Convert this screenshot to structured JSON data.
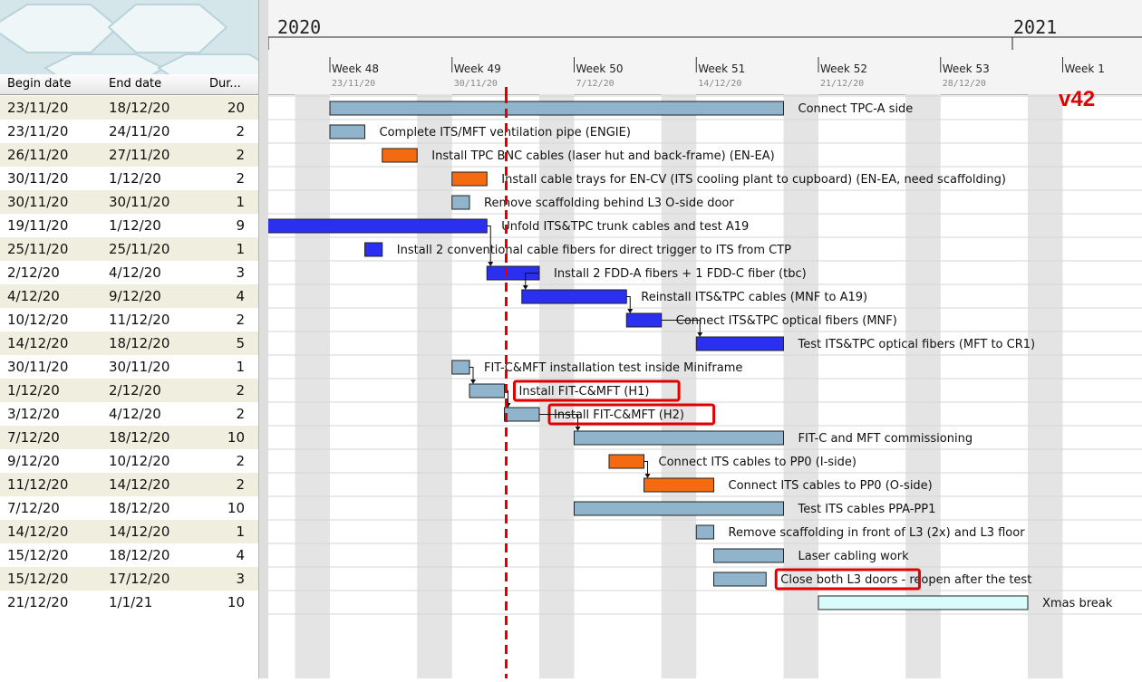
{
  "table": {
    "headers": {
      "begin": "Begin date",
      "end": "End date",
      "dur": "Dur..."
    },
    "rows": [
      {
        "begin": "23/11/20",
        "end": "18/12/20",
        "dur": "20"
      },
      {
        "begin": "23/11/20",
        "end": "24/11/20",
        "dur": "2"
      },
      {
        "begin": "26/11/20",
        "end": "27/11/20",
        "dur": "2"
      },
      {
        "begin": "30/11/20",
        "end": "1/12/20",
        "dur": "2"
      },
      {
        "begin": "30/11/20",
        "end": "30/11/20",
        "dur": "1"
      },
      {
        "begin": "19/11/20",
        "end": "1/12/20",
        "dur": "9"
      },
      {
        "begin": "25/11/20",
        "end": "25/11/20",
        "dur": "1"
      },
      {
        "begin": "2/12/20",
        "end": "4/12/20",
        "dur": "3"
      },
      {
        "begin": "4/12/20",
        "end": "9/12/20",
        "dur": "4"
      },
      {
        "begin": "10/12/20",
        "end": "11/12/20",
        "dur": "2"
      },
      {
        "begin": "14/12/20",
        "end": "18/12/20",
        "dur": "5"
      },
      {
        "begin": "30/11/20",
        "end": "30/11/20",
        "dur": "1"
      },
      {
        "begin": "1/12/20",
        "end": "2/12/20",
        "dur": "2"
      },
      {
        "begin": "3/12/20",
        "end": "4/12/20",
        "dur": "2"
      },
      {
        "begin": "7/12/20",
        "end": "18/12/20",
        "dur": "10"
      },
      {
        "begin": "9/12/20",
        "end": "10/12/20",
        "dur": "2"
      },
      {
        "begin": "11/12/20",
        "end": "14/12/20",
        "dur": "2"
      },
      {
        "begin": "7/12/20",
        "end": "18/12/20",
        "dur": "10"
      },
      {
        "begin": "14/12/20",
        "end": "14/12/20",
        "dur": "1"
      },
      {
        "begin": "15/12/20",
        "end": "18/12/20",
        "dur": "4"
      },
      {
        "begin": "15/12/20",
        "end": "17/12/20",
        "dur": "3"
      },
      {
        "begin": "21/12/20",
        "end": "1/1/21",
        "dur": "10"
      }
    ]
  },
  "timeline": {
    "years": [
      "2020",
      "2021"
    ],
    "weeks": [
      {
        "label": "Week 48",
        "date": "23/11/20"
      },
      {
        "label": "Week 49",
        "date": "30/11/20"
      },
      {
        "label": "Week 50",
        "date": "7/12/20"
      },
      {
        "label": "Week 51",
        "date": "14/12/20"
      },
      {
        "label": "Week 52",
        "date": "21/12/20"
      },
      {
        "label": "Week 53",
        "date": "28/12/20"
      },
      {
        "label": "Week 1",
        "date": ""
      }
    ],
    "today_marker": "3/12/20"
  },
  "tasks": [
    {
      "name": "Connect TPC-A side",
      "color": "#8fb4cc",
      "start": "23/11/20",
      "end": "18/12/20",
      "boxed": false
    },
    {
      "name": "Complete ITS/MFT ventilation pipe (ENGIE)",
      "color": "#8fb4cc",
      "start": "23/11/20",
      "end": "24/11/20",
      "boxed": false
    },
    {
      "name": "Install TPC BNC cables (laser hut and back-frame) (EN-EA)",
      "color": "#f46a10",
      "start": "26/11/20",
      "end": "27/11/20",
      "boxed": false
    },
    {
      "name": "Install cable trays for EN-CV (ITS cooling plant to cupboard) (EN-EA, need scaffolding)",
      "color": "#f46a10",
      "start": "30/11/20",
      "end": "1/12/20",
      "boxed": false
    },
    {
      "name": "Remove scaffolding behind L3 O-side door",
      "color": "#8fb4cc",
      "start": "30/11/20",
      "end": "30/11/20",
      "boxed": false
    },
    {
      "name": "Unfold ITS&TPC trunk cables and test A19",
      "color": "#2b2ff0",
      "start": "19/11/20",
      "end": "1/12/20",
      "boxed": false
    },
    {
      "name": "Install 2 conventional cable fibers for direct trigger to ITS from CTP",
      "color": "#2b2ff0",
      "start": "25/11/20",
      "end": "25/11/20",
      "boxed": false
    },
    {
      "name": "Install 2 FDD-A fibers + 1 FDD-C fiber (tbc)",
      "color": "#2b2ff0",
      "start": "2/12/20",
      "end": "4/12/20",
      "boxed": false
    },
    {
      "name": "Reinstall ITS&TPC cables (MNF to A19)",
      "color": "#2b2ff0",
      "start": "4/12/20",
      "end": "9/12/20",
      "boxed": false
    },
    {
      "name": "Connect ITS&TPC optical fibers (MNF)",
      "color": "#2b2ff0",
      "start": "10/12/20",
      "end": "11/12/20",
      "boxed": false
    },
    {
      "name": "Test ITS&TPC optical fibers (MFT to CR1)",
      "color": "#2b2ff0",
      "start": "14/12/20",
      "end": "18/12/20",
      "boxed": false
    },
    {
      "name": "FIT-C&MFT installation test inside Miniframe",
      "color": "#8fb4cc",
      "start": "30/11/20",
      "end": "30/11/20",
      "boxed": false
    },
    {
      "name": "Install FIT-C&MFT (H1)",
      "color": "#8fb4cc",
      "start": "1/12/20",
      "end": "2/12/20",
      "boxed": true
    },
    {
      "name": "Install FIT-C&MFT (H2)",
      "color": "#8fb4cc",
      "start": "3/12/20",
      "end": "4/12/20",
      "boxed": true
    },
    {
      "name": "FIT-C and MFT commissioning",
      "color": "#8fb4cc",
      "start": "7/12/20",
      "end": "18/12/20",
      "boxed": false
    },
    {
      "name": "Connect ITS cables to PP0 (I-side)",
      "color": "#f46a10",
      "start": "9/12/20",
      "end": "10/12/20",
      "boxed": false
    },
    {
      "name": "Connect ITS cables to PP0 (O-side)",
      "color": "#f46a10",
      "start": "11/12/20",
      "end": "14/12/20",
      "boxed": false
    },
    {
      "name": "Test ITS cables PPA-PP1",
      "color": "#8fb4cc",
      "start": "7/12/20",
      "end": "18/12/20",
      "boxed": false
    },
    {
      "name": "Remove scaffolding in front of L3 (2x) and L3 floor",
      "color": "#8fb4cc",
      "start": "14/12/20",
      "end": "14/12/20",
      "boxed": false
    },
    {
      "name": "Laser cabling work",
      "color": "#8fb4cc",
      "start": "15/12/20",
      "end": "18/12/20",
      "boxed": false
    },
    {
      "name": "Close both L3 doors - reopen after the test",
      "color": "#8fb4cc",
      "start": "15/12/20",
      "end": "17/12/20",
      "boxed": true,
      "boxed_text": "Close both L3 doors"
    },
    {
      "name": "Xmas break",
      "color": "#d9fbfb",
      "start": "21/12/20",
      "end": "1/1/21",
      "boxed": false
    }
  ],
  "version_label": "v42",
  "colors": {
    "accent_red": "#e00000",
    "weekend": "#e4e4e4",
    "odd_row": "#f0efdf"
  }
}
